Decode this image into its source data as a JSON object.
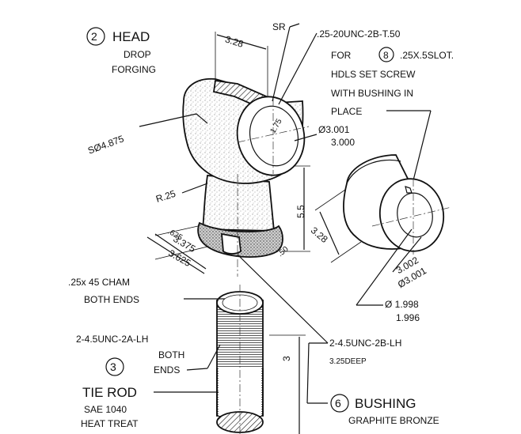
{
  "head": {
    "number": "2",
    "title": "HEAD",
    "sub1": "DROP",
    "sub2": "FORGING",
    "dim_width": "3.28",
    "dim_sphere": "SØ4.875",
    "dim_fillet": "R.25",
    "dim_625": ".625",
    "dim_375": "3.375",
    "dim_3625": "3.625",
    "dim_height": "5.5",
    "dim_bore_small": "1.75",
    "dim_bore_hi": "Ø3.001",
    "dim_bore_lo": "3.000",
    "dim_slot": ".50"
  },
  "note_top": {
    "sr": "SR",
    "line1": ".25-20UNC-2B-T.50",
    "line2_pre": "FOR",
    "line2_num": "8",
    "line2_post": ".25X.5SLOT.",
    "line3": "HDLS SET SCREW",
    "line4": "WITH BUSHING IN",
    "line5": "PLACE"
  },
  "bushing": {
    "number": "6",
    "title": "BUSHING",
    "material": "GRAPHITE BRONZE",
    "dim_length": "3.28",
    "dim_od_hi": "3.002",
    "dim_od_lo": "Ø3.001",
    "dim_id_hi": "Ø 1.998",
    "dim_id_lo": "1.996"
  },
  "tie_rod": {
    "number": "3",
    "title": "TIE ROD",
    "material": "SAE 1040",
    "treat": "HEAT TREAT",
    "cham1": ".25x 45 CHAM",
    "cham2": "BOTH ENDS",
    "thread1": "2-4.5UNC-2A-LH",
    "thread2": "BOTH",
    "thread3": "ENDS",
    "dim_len": "3"
  },
  "thread_note": {
    "line1": "2-4.5UNC-2B-LH",
    "line2": "3.25DEEP"
  },
  "colors": {
    "ink": "#111111",
    "paper": "#ffffff"
  }
}
